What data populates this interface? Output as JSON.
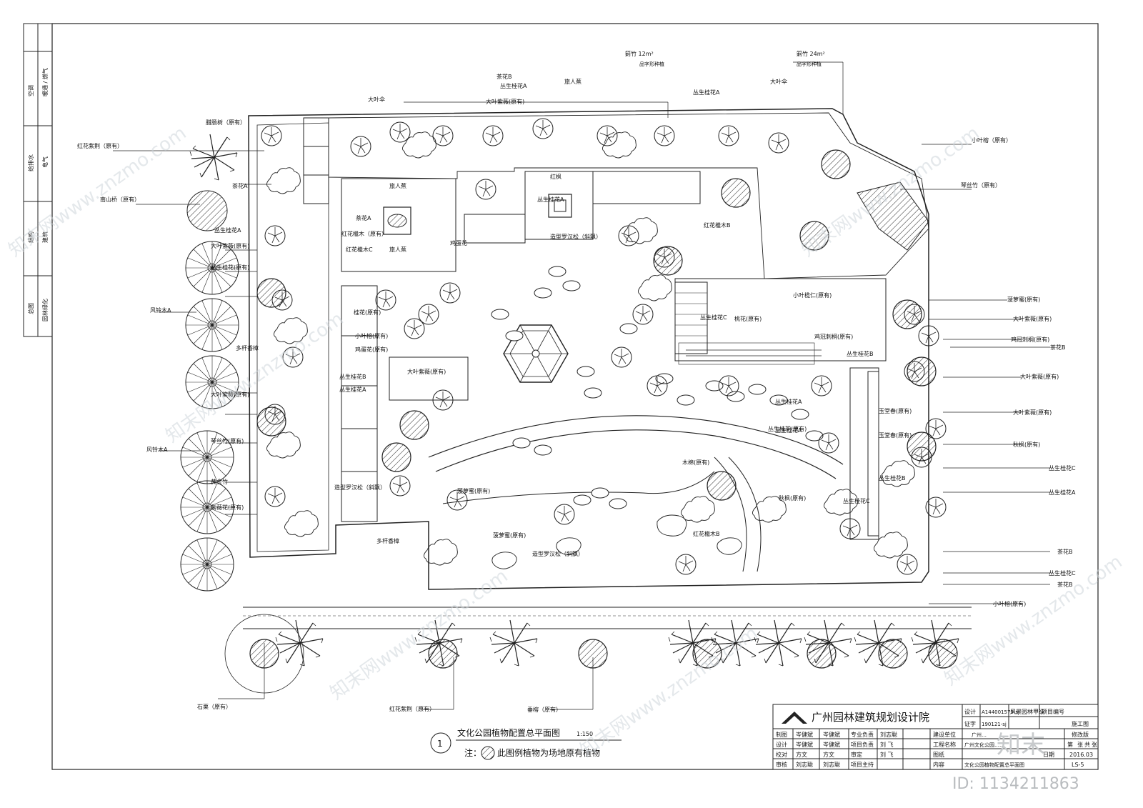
{
  "side_panel": {
    "cells": [
      "空调",
      "暖通 / 燃气",
      "给排水",
      "电气",
      "结构",
      "建筑",
      "总图",
      "园林绿化"
    ]
  },
  "plant_labels": {
    "left": [
      "红花紫荆（原有）",
      "腊肠树（原有）",
      "南山桥（原有）",
      "茶花A",
      "红花檵木（原有）",
      "丛生桂花A",
      "大叶紫薇(原有)",
      "丛生桂花(原有)",
      "风铃木A",
      "多杆香樟",
      "丛生桂花B",
      "丛生桂花A",
      "大叶紫薇(原有)",
      "风铃木A",
      "琴丝竹(原有)",
      "黄金竹",
      "紫薇花(原有)",
      "多杆香樟"
    ],
    "top": [
      "箣竹 12m²",
      "品字形种植",
      "箣竹 24m²",
      "品字形种植",
      "茶花B",
      "丛生桂花A",
      "大叶紫薇(原有)",
      "大叶伞",
      "旅人蕉",
      "大叶伞",
      "丛生桂花A"
    ],
    "center": [
      "旅人蕉",
      "茶花A",
      "红花檵木C",
      "旅人蕉",
      "红枫",
      "丛生桂花A",
      "造型罗汉松（斜飘）",
      "鸡蛋花",
      "红花檵木B",
      "桂花(原有)",
      "小叶榕(原有)",
      "鸡蛋花(原有)",
      "大叶紫薇(原有)",
      "丛生桂花C",
      "桃花(原有)",
      "鸡冠刺桐(原有)",
      "丛生桂花A",
      "丛生桂花A",
      "丛生桂花B",
      "玉堂春(原有)",
      "玉堂春(原有)",
      "丛生桂花B",
      "丛生桂花C",
      "木棉(原有)",
      "秋枫(原有)",
      "红花檵木B",
      "造型罗汉松（斜飘）",
      "菠萝蜜(原有)",
      "造型罗汉松（斜飘）",
      "菠萝蜜(原有)",
      "丛生桂花(原有)"
    ],
    "right": [
      "小叶榕（原有）",
      "琴丝竹（原有）",
      "小叶榄仁(原有)",
      "菠萝蜜(原有)",
      "大叶紫薇(原有)",
      "鸡冠刺桐(原有)",
      "茶花B",
      "大叶紫薇(原有)",
      "大叶紫薇(原有)",
      "秋枫(原有)",
      "丛生桂花C",
      "丛生桂花A",
      "茶花B",
      "丛生桂花C",
      "茶花B",
      "小叶榕(原有)"
    ],
    "bottom": [
      "石栗（原有）",
      "红花紫荆（原有）",
      "垂榕（原有）"
    ]
  },
  "drawing_title": {
    "number": "1",
    "title": "文化公园植物配置总平面图",
    "scale": "1:150",
    "note_prefix": "注：",
    "note_text": "此图例植物为场地原有植物"
  },
  "title_block": {
    "org": "广州园林建筑规划设计院",
    "cert_label1": "设计",
    "cert_label2": "证字",
    "cert_no1": "A144001579-sj",
    "cert_no2": "190121-sj",
    "qual": "风景园林甲级",
    "proj_no_label": "项目编号",
    "stage": "施工图",
    "rows": [
      {
        "a": "制图",
        "b": "岑健斌",
        "c": "岑健斌",
        "d": "专业负责",
        "e": "刘志聪"
      },
      {
        "a": "设计",
        "b": "岑健斌",
        "c": "岑健斌",
        "d": "项目负责",
        "e": "刘 飞"
      },
      {
        "a": "校对",
        "b": "方文",
        "c": "方文",
        "d": "审定",
        "e": "刘 飞"
      },
      {
        "a": "审核",
        "b": "刘志聪",
        "c": "刘志聪",
        "d": "项目主持",
        "e": ""
      }
    ],
    "build_unit": "建设单位",
    "build_unit_val": "广州…",
    "proj_name": "工程名称",
    "proj_name_val": "广州文化公园……",
    "drawing_label": "图纸",
    "content_label": "内容",
    "drawing_val": "文化公园植物配置总平面图",
    "version": "修改版",
    "sheet_label1": "第",
    "sheet_label2": "张",
    "sheet_label3": "共",
    "sheet_label4": "张",
    "date_label": "日期",
    "date_val": "2016.03",
    "drawing_no": "LS-5"
  },
  "watermarks": [
    "知末网www.znzmo.com",
    "知末网www.znzmo.com",
    "知末网www.znzmo.com",
    "知末网www.znzmo.com",
    "知末网www.znzmo.com",
    "知末网www.znzmo.com"
  ],
  "badge": {
    "logo": "知末",
    "id": "ID: 1134211863"
  }
}
